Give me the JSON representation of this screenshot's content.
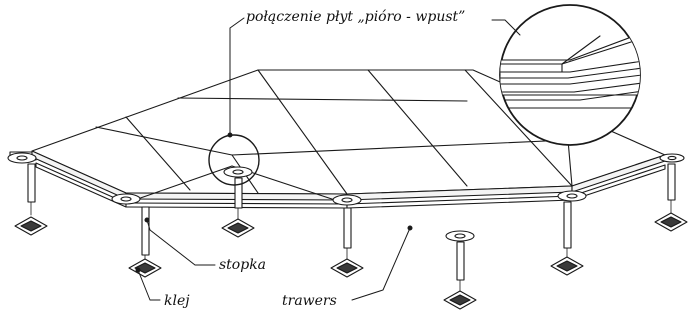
{
  "labels": {
    "joint": "połączenie płyt „pióro - wpust”",
    "foot": "stopka",
    "glue": "klej",
    "beam": "trawers"
  },
  "colors": {
    "stroke": "#1a1a1a",
    "panel_fill": "#ffffff",
    "pad_fill": "#3a3a3a",
    "background": "#ffffff"
  }
}
